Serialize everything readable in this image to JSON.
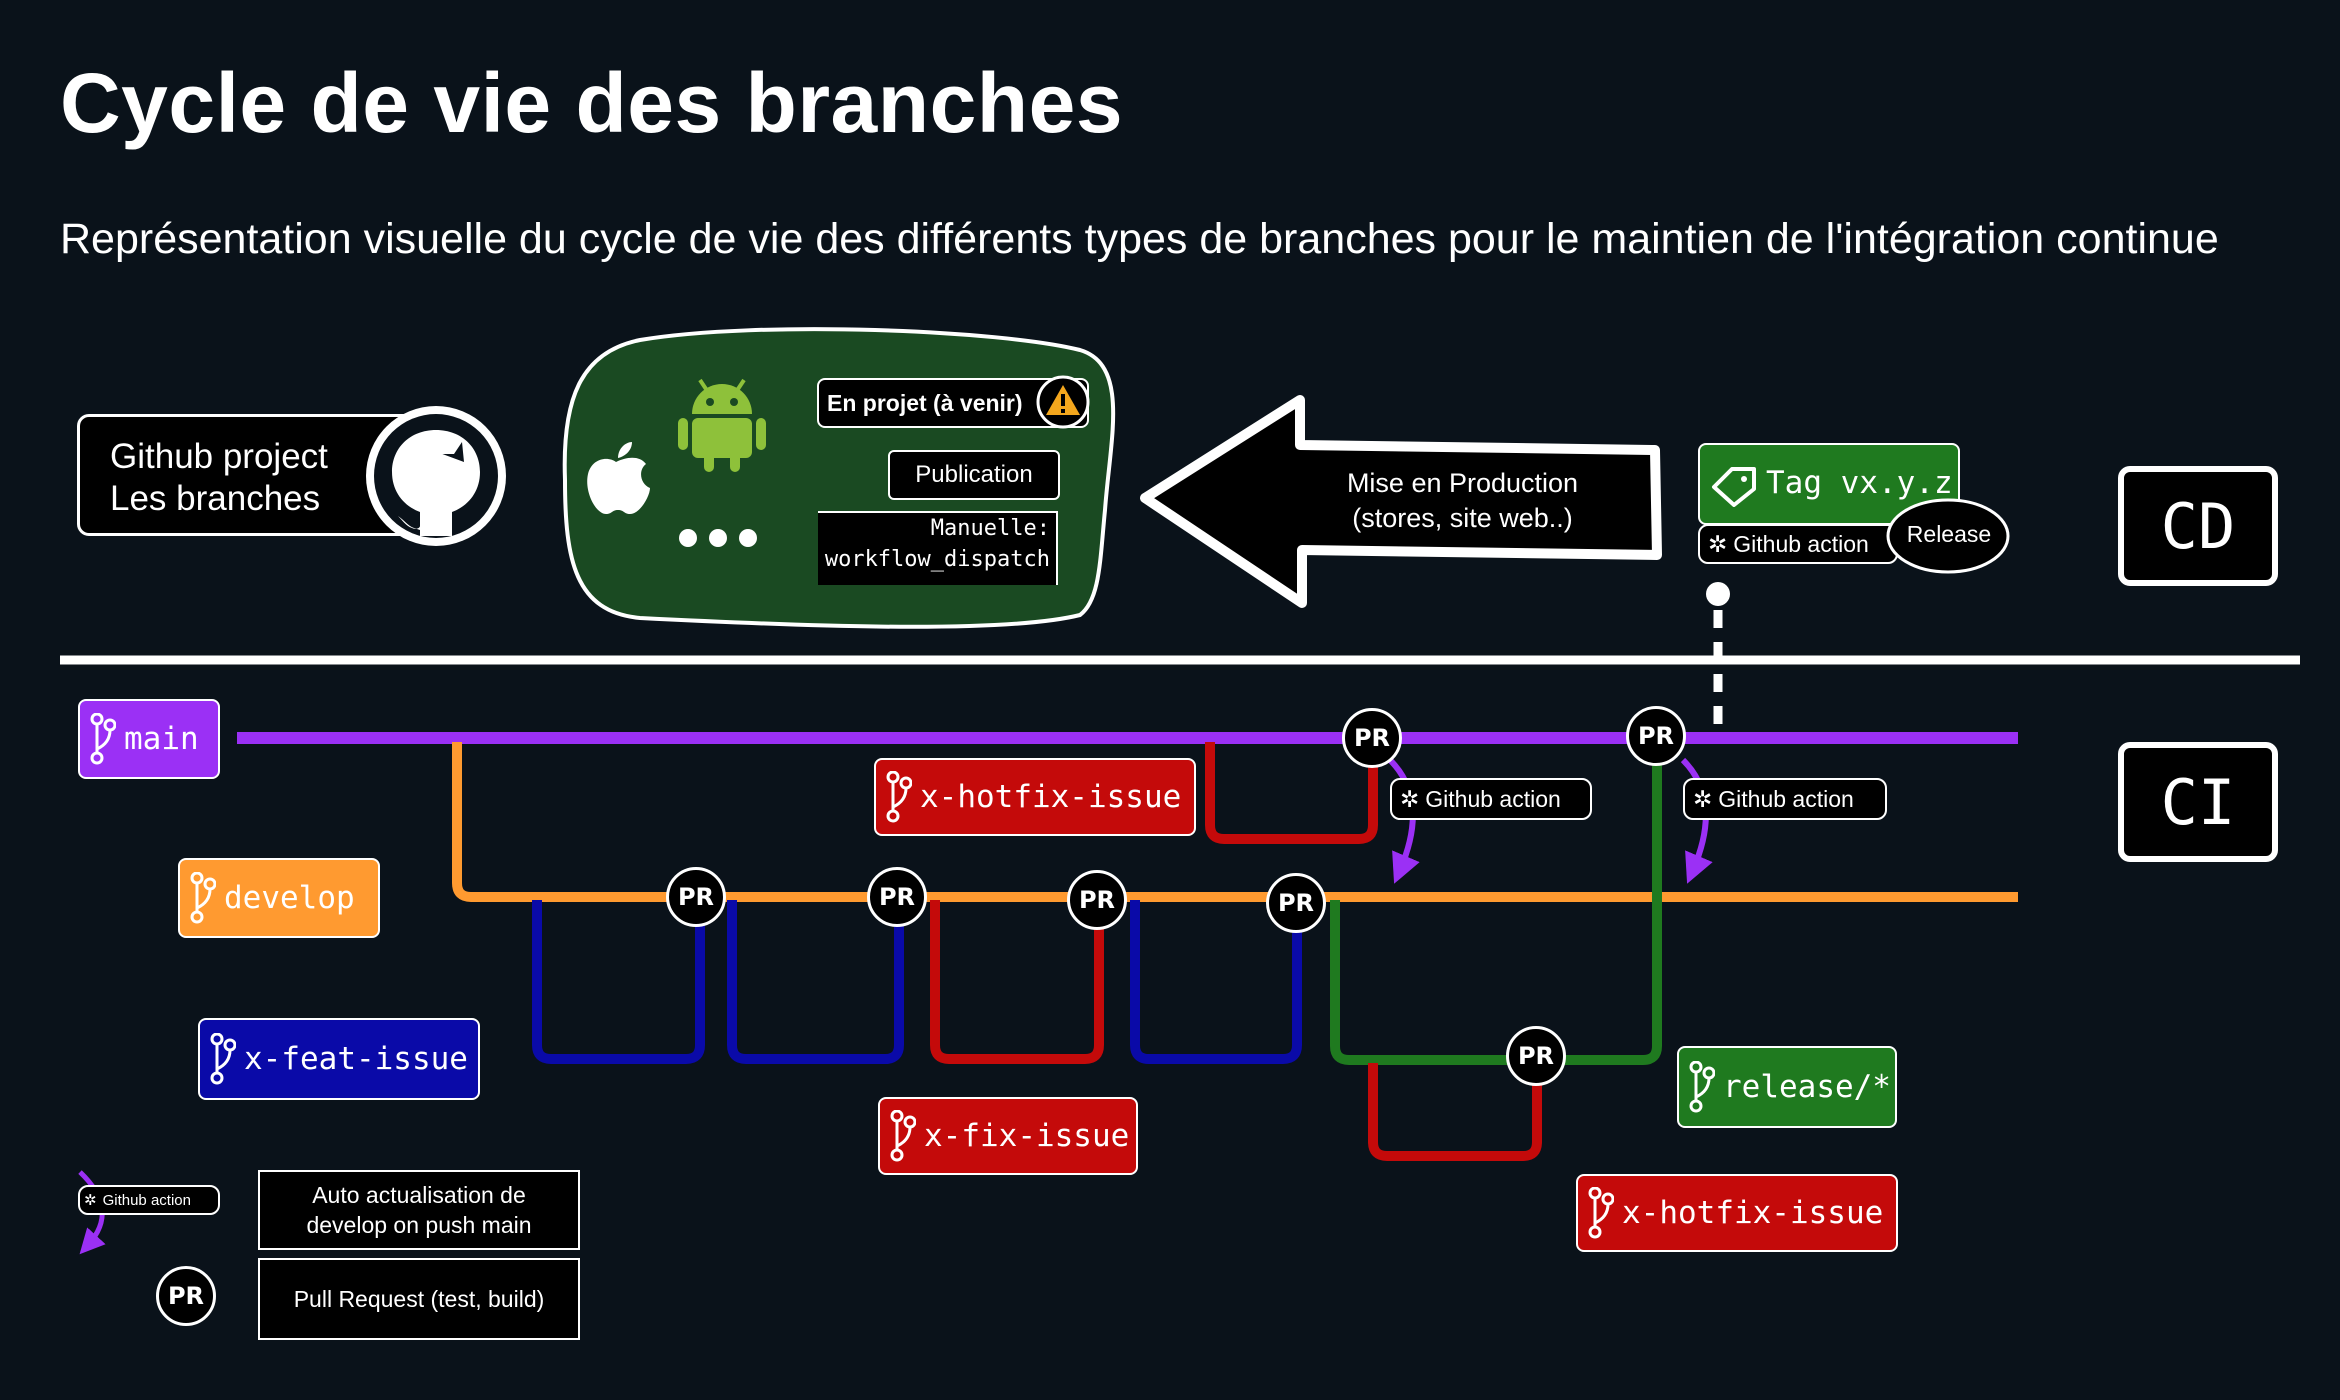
{
  "title": "Cycle de vie des branches",
  "subtitle": "Représentation visuelle du cycle de vie des différents types de branches pour le maintien de l'intégration continue",
  "github": {
    "line1": "Github project",
    "line2": "Les branches"
  },
  "stores": {
    "status_label": "En projet (à venir)",
    "publication_label": "Publication",
    "manual_line1": "Manuelle:",
    "manual_line2": "workflow_dispatch"
  },
  "prod_arrow": {
    "line1": "Mise en Production",
    "line2": "(stores, site web..)"
  },
  "tag": {
    "label": "Tag vx.y.z"
  },
  "github_action_label": "Github action",
  "release_bubble": "Release",
  "cd_label": "CD",
  "ci_label": "CI",
  "pr_label": "PR",
  "branches": {
    "main": "main",
    "develop": "develop",
    "feat": "x-feat-issue",
    "fix": "x-fix-issue",
    "hotfix_top": "x-hotfix-issue",
    "release": "release/*",
    "hotfix_bottom": "x-hotfix-issue"
  },
  "legend": {
    "ga_small": "Github action",
    "auto_line1": "Auto actualisation de",
    "auto_line2": "develop on push main",
    "pr_desc": "Pull Request (test, build)"
  },
  "colors": {
    "background": "#0a121a",
    "main": "#9b30f5",
    "develop": "#ff9a30",
    "feat": "#0a0aa8",
    "fix": "#c40a0a",
    "release": "#1f7a1f",
    "store_panel": "#1a4a22"
  },
  "icons": [
    "github-icon",
    "apple-icon",
    "android-icon",
    "warning-icon",
    "tag-icon",
    "gear-icon",
    "branch-icon"
  ]
}
